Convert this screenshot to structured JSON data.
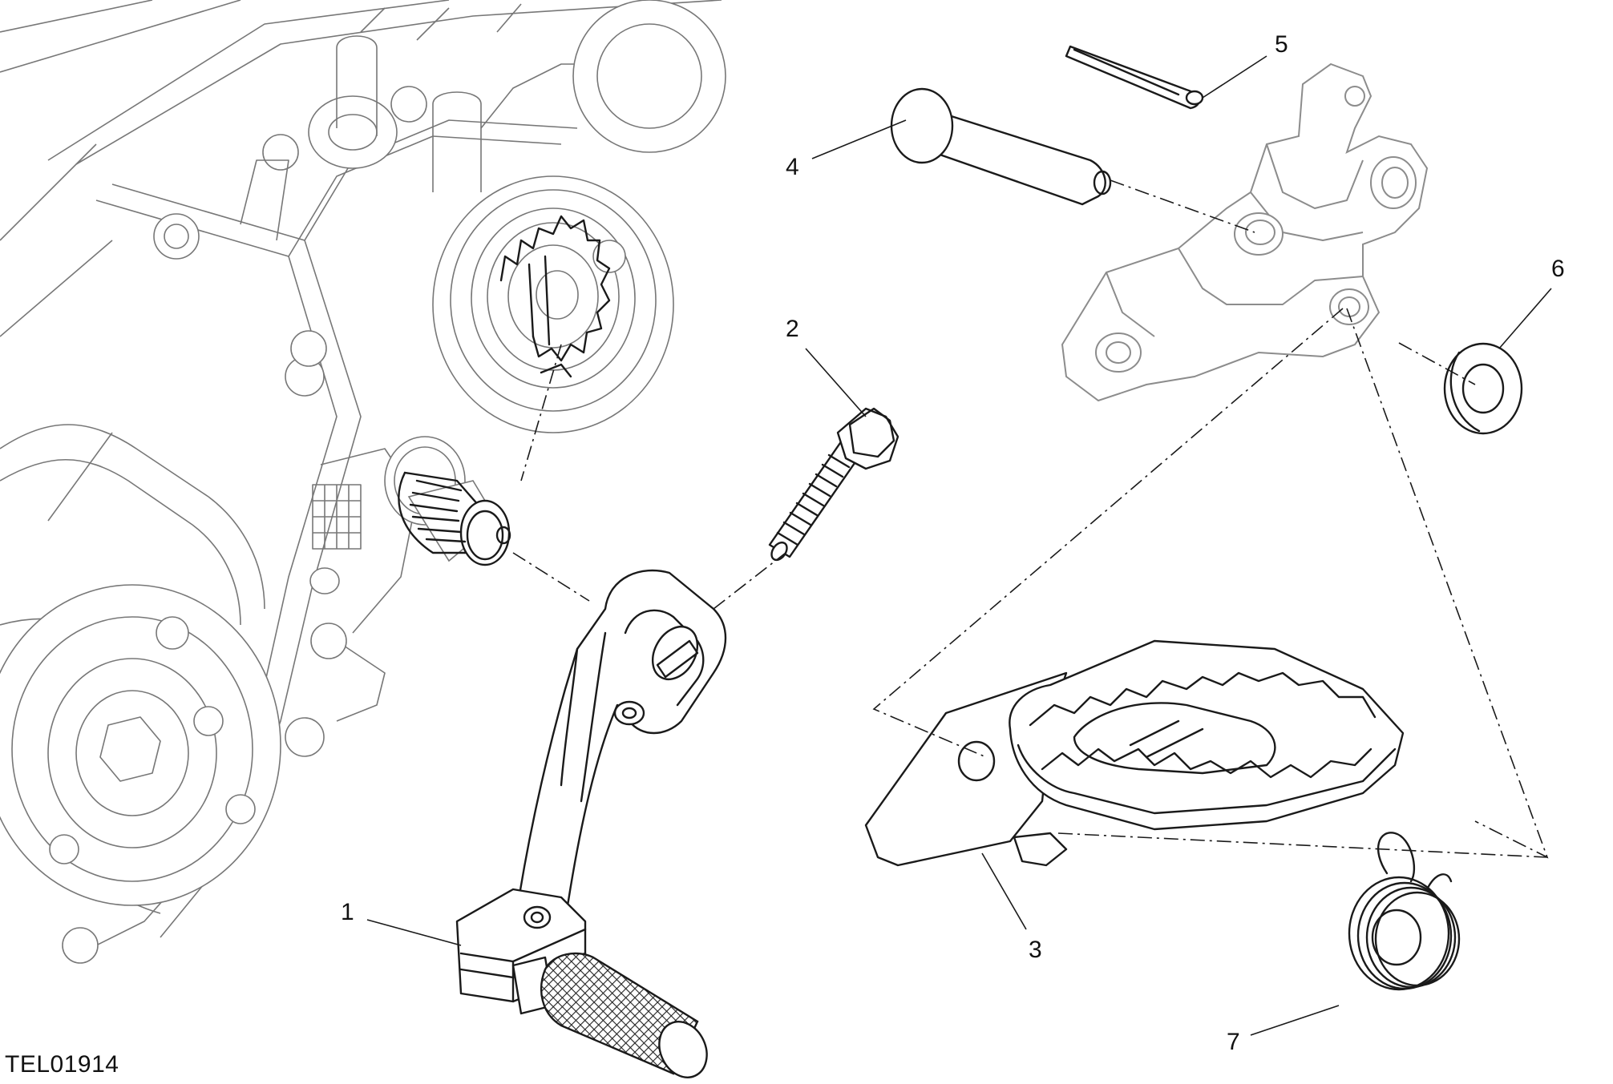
{
  "drawing_code": "TEL01914",
  "callouts": [
    {
      "number": "1",
      "part": "gear-change-lever"
    },
    {
      "number": "2",
      "part": "screw"
    },
    {
      "number": "3",
      "part": "footpeg"
    },
    {
      "number": "4",
      "part": "pin"
    },
    {
      "number": "5",
      "part": "cotter-pin"
    },
    {
      "number": "6",
      "part": "washer"
    },
    {
      "number": "7",
      "part": "spring"
    }
  ]
}
